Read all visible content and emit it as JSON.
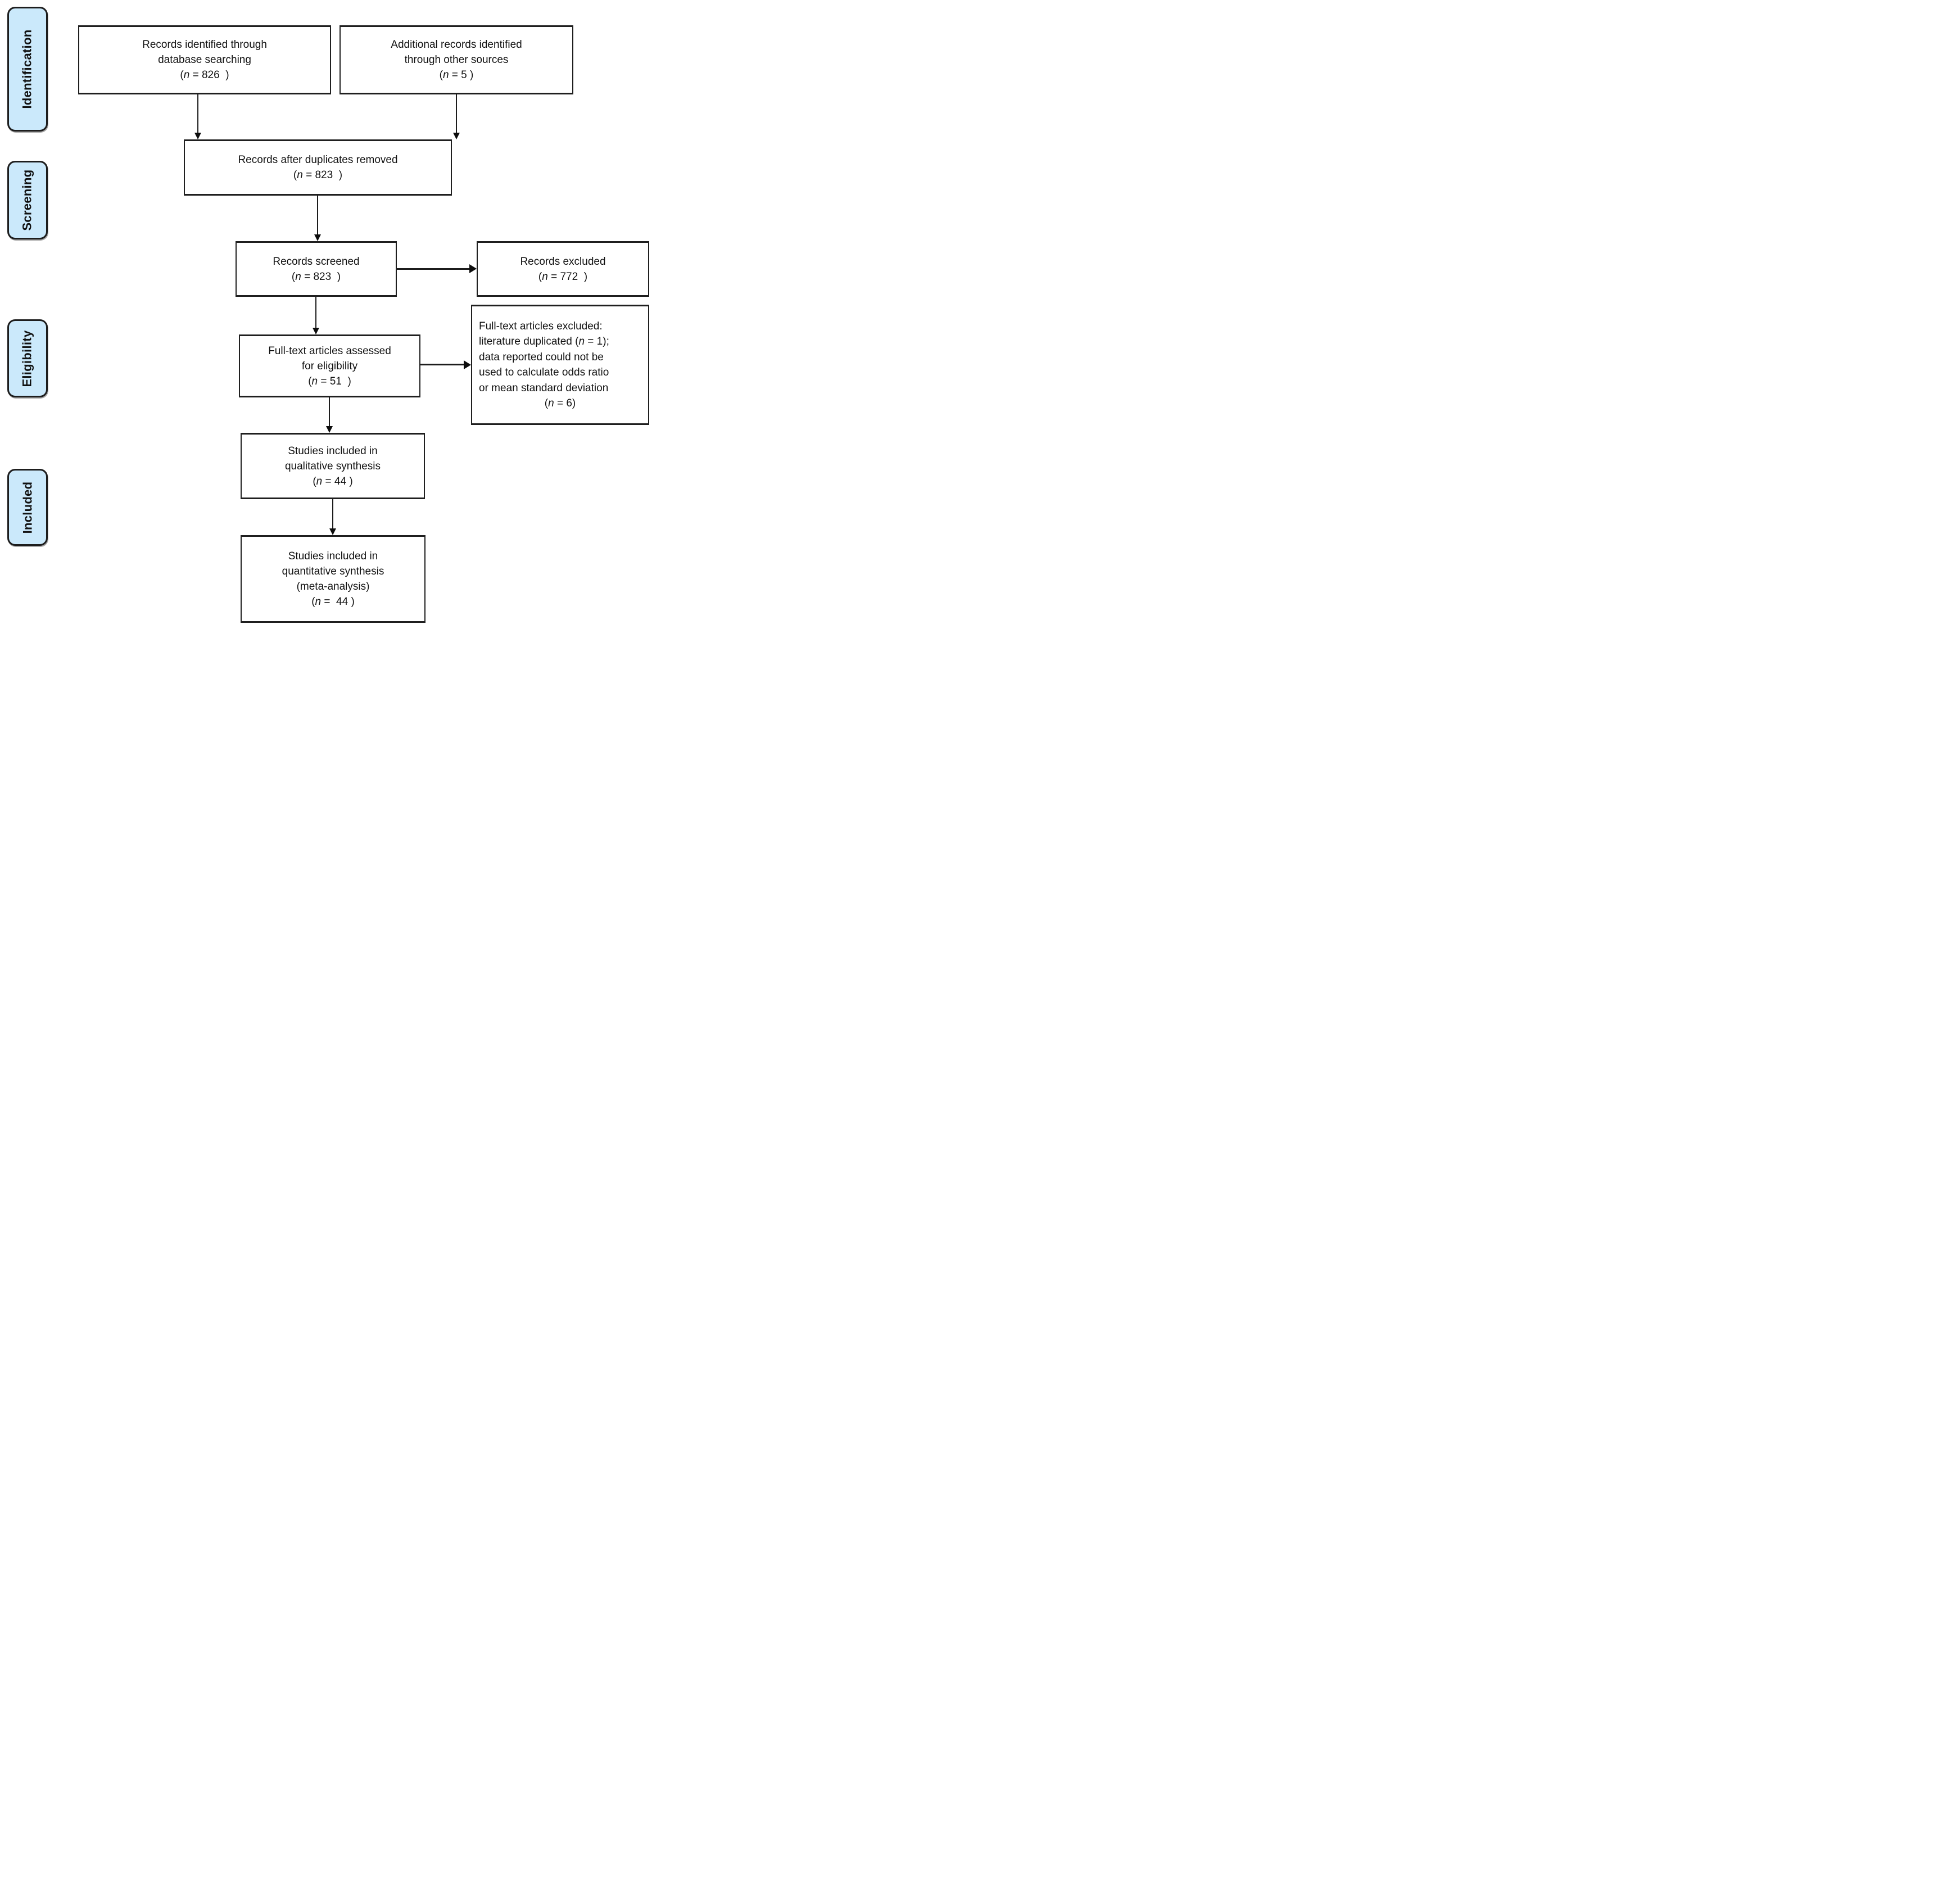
{
  "colors": {
    "phase_tab_fill": "#cbe9fb",
    "line_color": "#1c1c1c",
    "text_color": "#111111"
  },
  "phases": [
    {
      "label": "Identification"
    },
    {
      "label": "Screening"
    },
    {
      "label": "Eligibility"
    },
    {
      "label": "Included"
    }
  ],
  "boxes": {
    "identified": {
      "line1": "Records identified through",
      "line2": "database searching",
      "count": "(n = 826  )"
    },
    "additional": {
      "line1": "Additional records identified",
      "line2": "through other sources",
      "count": "(n = 5 )"
    },
    "dedup": {
      "line1": "Records after duplicates removed",
      "count": "(n = 823  )"
    },
    "screened": {
      "line1": "Records screened",
      "count": "(n = 823  )"
    },
    "excluded": {
      "line1": "Records excluded",
      "count": "(n = 772  )"
    },
    "fulltext": {
      "line1": "Full-text articles assessed",
      "line2": "for eligibility",
      "count": "(n = 51  )"
    },
    "fulltext_excluded": {
      "line1": "Full-text articles excluded:",
      "line2": "literature duplicated (n = 1);",
      "line3": "data reported could not be",
      "line4": "used to calculate odds ratio",
      "line5": "or mean standard deviation",
      "count": "(n = 6)"
    },
    "qualitative": {
      "line1": "Studies included in",
      "line2": "qualitative synthesis",
      "count": "(n = 44 )"
    },
    "quantitative": {
      "line1": "Studies included in",
      "line2": "quantitative synthesis",
      "line3": "(meta-analysis)",
      "count": "(n =  44 )"
    }
  }
}
